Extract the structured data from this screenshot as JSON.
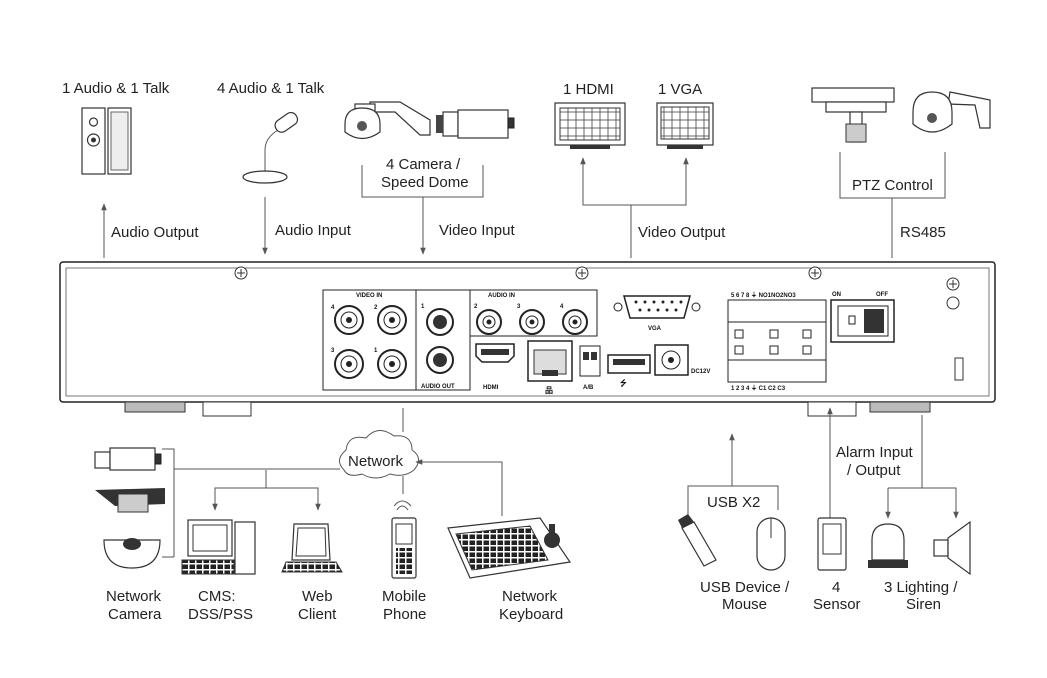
{
  "top_labels": {
    "audio_talk_1": "1 Audio  & 1 Talk",
    "audio_talk_4": "4 Audio & 1 Talk",
    "camera_line1": "4 Camera /",
    "camera_line2": "Speed Dome",
    "hdmi": "1 HDMI",
    "vga": "1 VGA",
    "ptz_control": "PTZ Control"
  },
  "signal_labels": {
    "audio_output": "Audio  Output",
    "audio_input": "Audio  Input",
    "video_input": "Video Input",
    "video_output": "Video Output",
    "rs485": "RS485"
  },
  "panel_labels": {
    "video_in": "VIDEO IN",
    "audio_in": "AUDIO IN",
    "audio_out": "AUDIO OUT",
    "hdmi": "HDMI",
    "vga": "VGA",
    "ab": "A/B",
    "dc12v": "DC12V",
    "on": "ON",
    "off": "OFF",
    "ch4": "4",
    "ch2": "2",
    "ch3": "3",
    "ch1": "1",
    "ain1": "1",
    "ain2": "2",
    "ain3": "3",
    "ain4": "4",
    "alarm_top": "5  6  7  8  ⏚ NO1NO2NO3",
    "alarm_bottom": "1  2  3  4  ⏚  C1  C2  C3"
  },
  "bottom_labels": {
    "network": "Network",
    "usb_x2": "USB X2",
    "alarm_line1": "Alarm Input",
    "alarm_line2": "/ Output",
    "network_camera_1": "Network",
    "network_camera_2": "Camera",
    "cms_1": "CMS:",
    "cms_2": "DSS/PSS",
    "web_1": "Web",
    "web_2": "Client",
    "mobile_1": "Mobile",
    "mobile_2": "Phone",
    "keyboard_1": "Network",
    "keyboard_2": "Keyboard",
    "usb_dev_1": "USB Device /",
    "usb_dev_2": "Mouse",
    "sensor_1": "4",
    "sensor_2": "Sensor",
    "light_1": "3 Lighting /",
    "light_2": "Siren"
  }
}
